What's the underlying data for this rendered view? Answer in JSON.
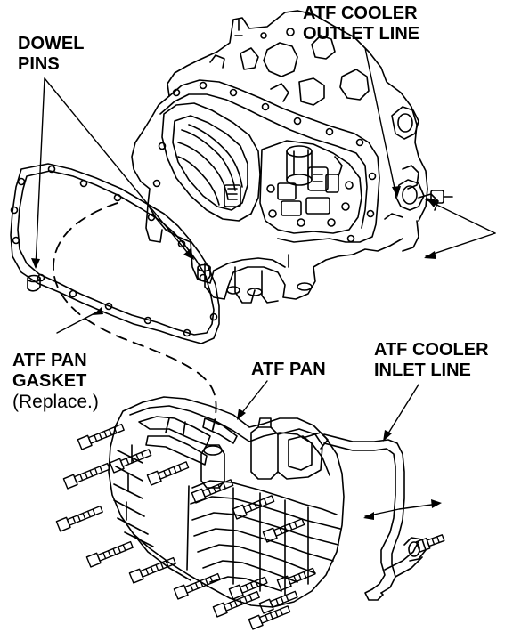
{
  "labels": {
    "dowel_pins": [
      "DOWEL",
      "PINS"
    ],
    "cooler_outlet": [
      "ATF COOLER",
      "OUTLET LINE"
    ],
    "pan_gasket": [
      "ATF PAN",
      "GASKET",
      "(Replace.)"
    ],
    "atf_pan": "ATF PAN",
    "cooler_inlet": [
      "ATF COOLER",
      "INLET LINE"
    ]
  },
  "colors": {
    "ink": "#000000",
    "paper": "#ffffff"
  }
}
